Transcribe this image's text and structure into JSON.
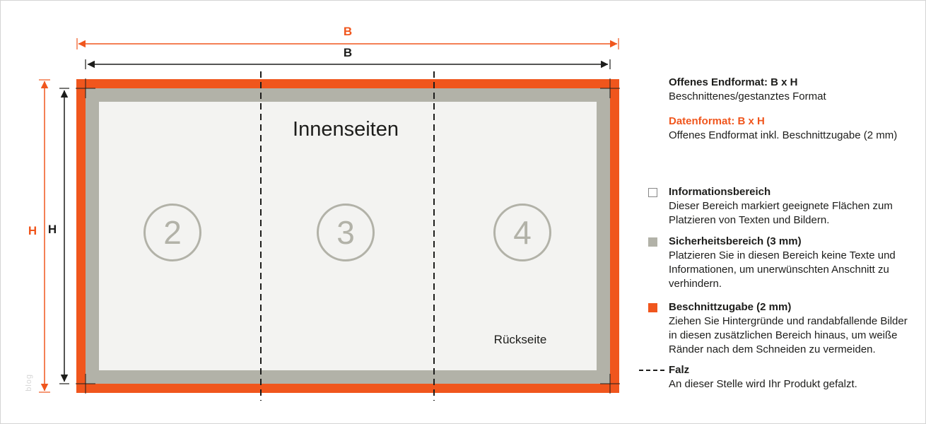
{
  "colors": {
    "accent_orange": "#f0561d",
    "safety_gray": "#b2b2a8",
    "info_bg": "#f3f3f1",
    "text_dark": "#1d1d1b"
  },
  "diagram": {
    "title": "Innenseiten",
    "back_label": "Rückseite",
    "panels": [
      {
        "number": "2"
      },
      {
        "number": "3"
      },
      {
        "number": "4"
      }
    ],
    "dimensions": {
      "outer_width": "B",
      "inner_width": "B",
      "outer_height": "H",
      "inner_height": "H"
    },
    "watermark": "blog"
  },
  "legend": {
    "endformat": {
      "title": "Offenes Endformat: B x H",
      "desc": "Beschnittenes/gestanztes Format"
    },
    "datenformat": {
      "title": "Datenformat: B x H",
      "desc": "Offenes Endformat inkl. Beschnittzugabe (2 mm)"
    },
    "items": [
      {
        "icon": "info-area-swatch",
        "title": "Informationsbereich",
        "desc": "Dieser Bereich markiert geeignete Flächen zum Platzieren von Texten und Bildern."
      },
      {
        "icon": "safety-area-swatch",
        "title": "Sicherheitsbereich (3 mm)",
        "desc": "Platzieren Sie in diesen Bereich keine Texte und Informationen, um unerwünschten Anschnitt zu verhindern."
      },
      {
        "icon": "bleed-area-swatch",
        "title": "Beschnittzugabe (2 mm)",
        "desc": "Ziehen Sie Hintergründe und randabfallende Bilder in diesen zusätzlichen Bereich hinaus, um weiße Ränder nach dem Schneiden zu vermeiden."
      },
      {
        "icon": "fold-line-swatch",
        "title": "Falz",
        "desc": "An dieser Stelle wird Ihr Produkt gefalzt."
      }
    ]
  }
}
